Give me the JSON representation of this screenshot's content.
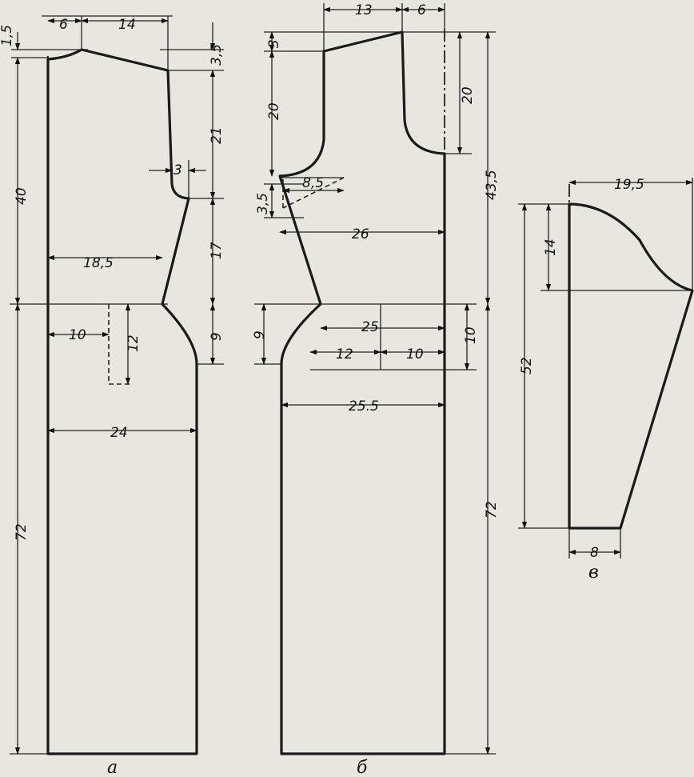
{
  "pattern_a": {
    "caption": "а",
    "dims": {
      "d_1_5": "1,5",
      "d_6": "6",
      "d_14": "14",
      "d_3_5": "3,5",
      "d_21": "21",
      "d_3": "3",
      "d_40": "40",
      "d_18_5": "18,5",
      "d_17": "17",
      "d_10": "10",
      "d_12": "12",
      "d_9": "9",
      "d_24": "24",
      "d_72": "72"
    }
  },
  "pattern_b": {
    "caption": "б",
    "dims": {
      "d_13": "13",
      "d_6": "6",
      "d_3": "3",
      "d_20_left": "20",
      "d_20_right": "20",
      "d_43_5": "43,5",
      "d_8_5": "8,5",
      "d_3_5": "3,5",
      "d_26": "26",
      "d_9": "9",
      "d_25": "25",
      "d_10_right": "10",
      "d_12": "12",
      "d_10_inner": "10",
      "d_25_5": "25.5",
      "d_72": "72"
    }
  },
  "pattern_v": {
    "caption": "в",
    "dims": {
      "d_19_5": "19,5",
      "d_14": "14",
      "d_52": "52",
      "d_8": "8"
    }
  }
}
